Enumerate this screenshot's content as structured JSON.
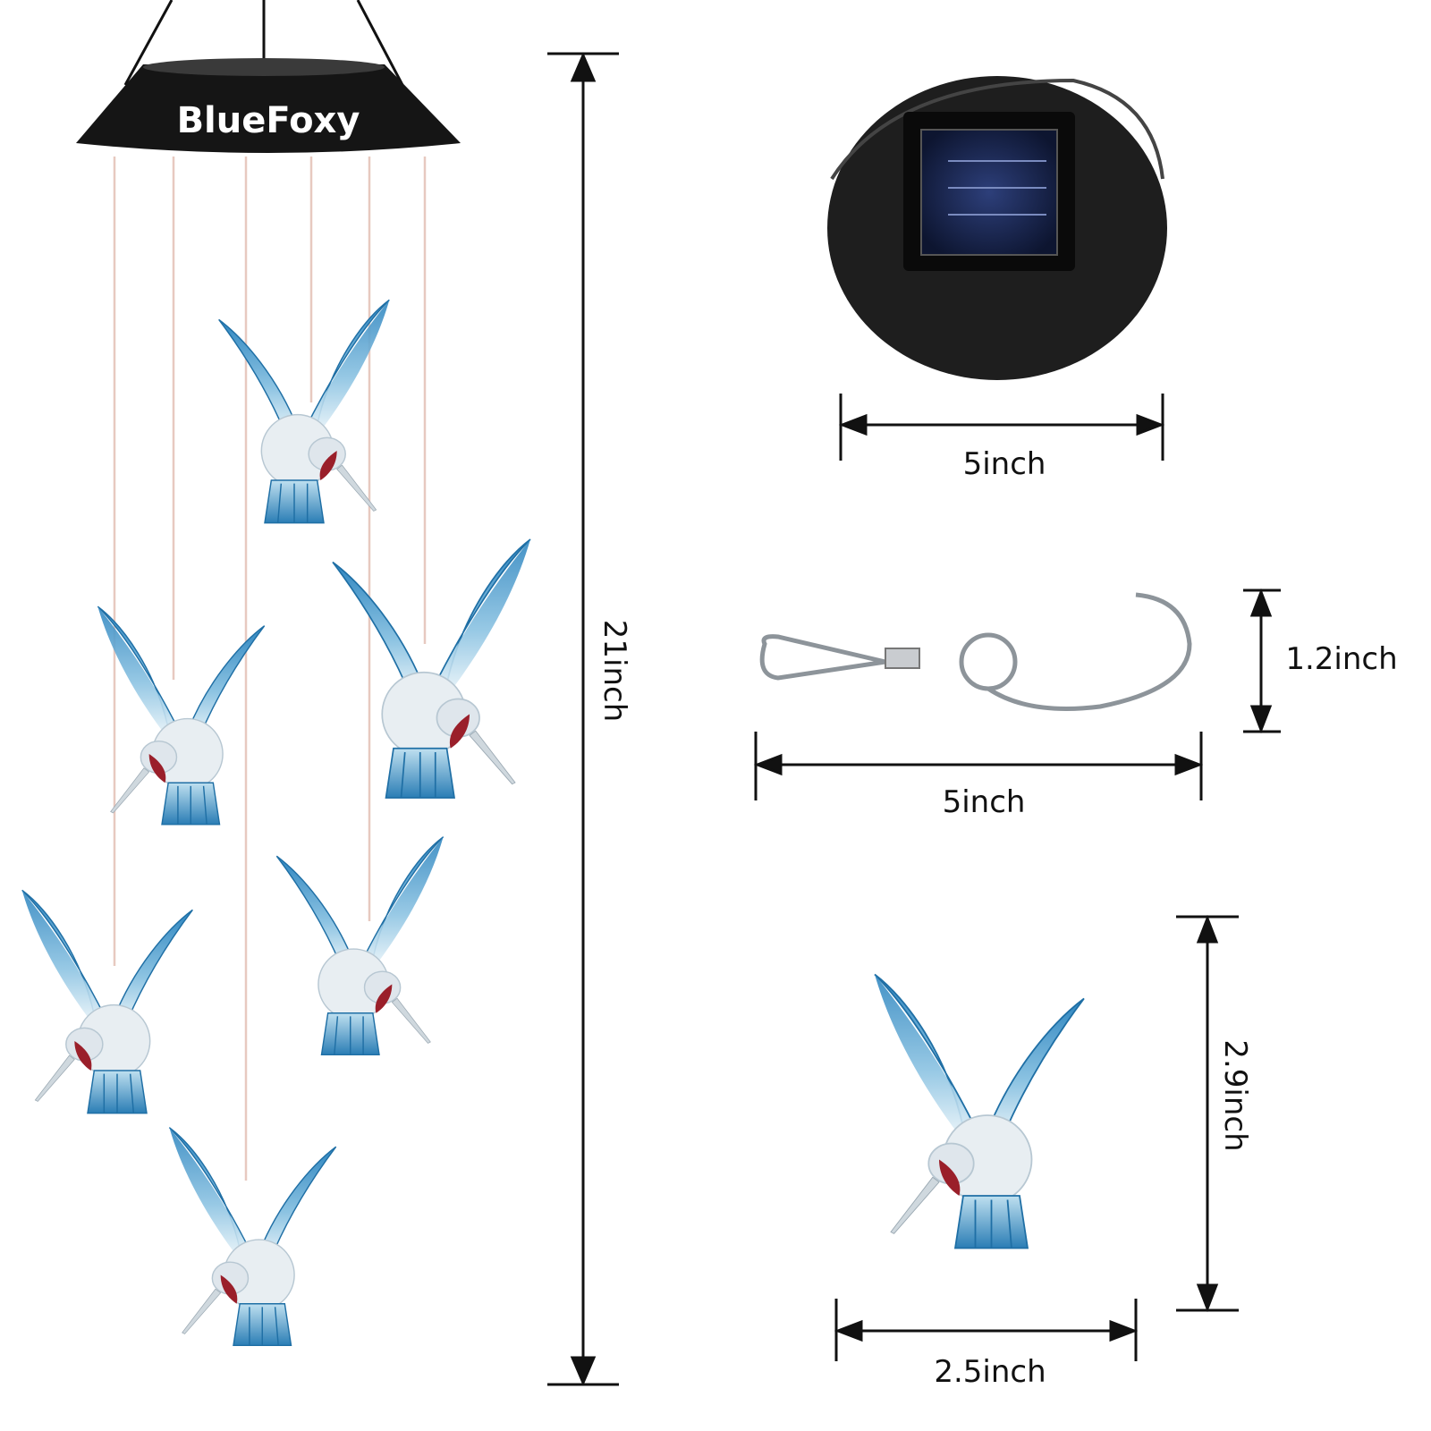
{
  "product": {
    "brand": "BlueFoxy"
  },
  "dimensions": {
    "total_height": "21inch",
    "solar_top_width": "5inch",
    "hook_height": "1.2inch",
    "hook_width": "5inch",
    "bird_height": "2.9inch",
    "bird_width": "2.5inch"
  },
  "colors": {
    "wing_blue": "#3a8fc4",
    "wing_light": "#cfe7f3",
    "throat_red": "#9a1f2a",
    "cap_black": "#151515"
  }
}
